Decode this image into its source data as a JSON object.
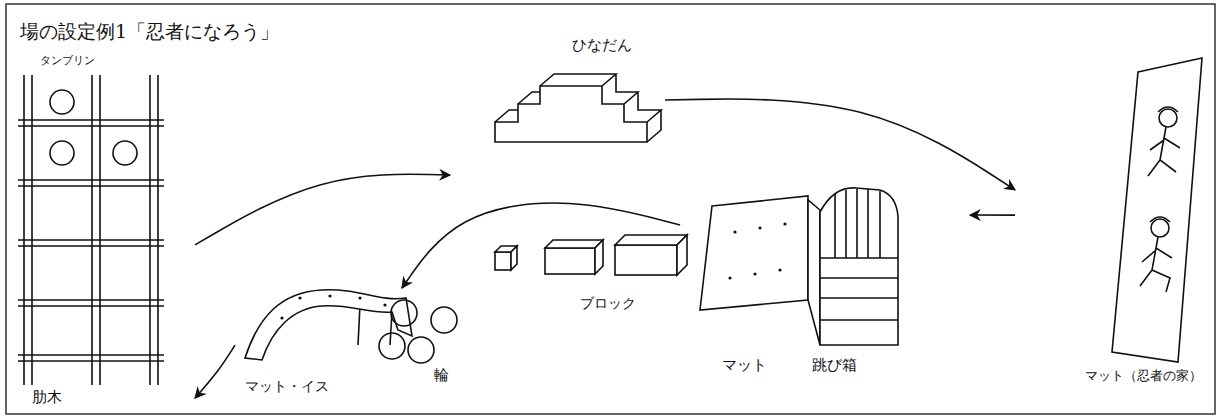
{
  "diagram": {
    "title": "場の設定例1「忍者になろう」",
    "nodes": [
      {
        "text": [
          "肋木"
        ]
      },
      {
        "text": [
          "ひなだん"
        ]
      },
      {
        "text": [
          "マット（忍者の家）"
        ]
      },
      {
        "text": [
          "跳び箱"
        ]
      },
      {
        "text": [
          "マット"
        ]
      },
      {
        "text": [
          "ブロック"
        ]
      },
      {
        "text": [
          "輪"
        ]
      },
      {
        "text": [
          "マット・イス"
        ]
      }
    ],
    "edges": [
      {
        "from": 0,
        "to": 1,
        "arrow": "to"
      },
      {
        "from": 1,
        "to": 2,
        "arrow": "to"
      },
      {
        "from": 2,
        "to": 3,
        "arrow": "to"
      },
      {
        "from": 5,
        "to": 6,
        "arrow": "to"
      },
      {
        "from": 7,
        "to": 0,
        "arrow": "to"
      }
    ],
    "labels": [
      "タンブリン"
    ]
  }
}
